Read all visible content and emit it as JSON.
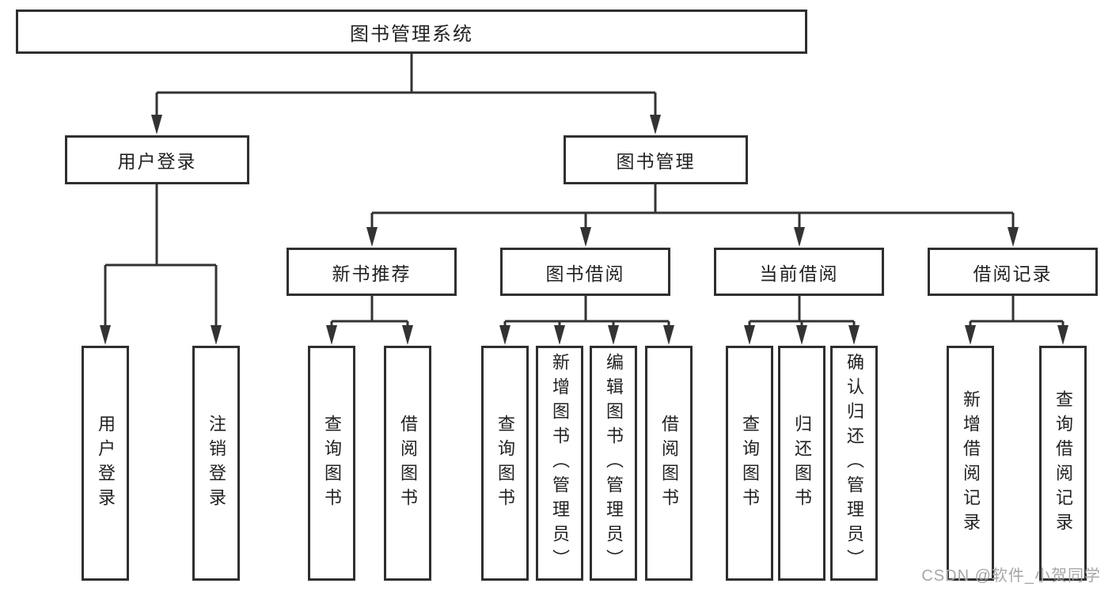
{
  "diagram": {
    "root": {
      "label": "图书管理系统"
    },
    "level2": {
      "user_login": {
        "label": "用户登录"
      },
      "book_management": {
        "label": "图书管理"
      }
    },
    "level3": {
      "new_book_recommend": {
        "label": "新书推荐"
      },
      "book_borrowing": {
        "label": "图书借阅"
      },
      "current_borrowing": {
        "label": "当前借阅"
      },
      "borrowing_records": {
        "label": "借阅记录"
      }
    },
    "leaves": {
      "user_login_children": [
        "用户登录",
        "注销登录"
      ],
      "new_book_recommend_children": [
        "查询图书",
        "借阅图书"
      ],
      "book_borrowing_children": [
        "查询图书",
        "新增图书（管理员）",
        "编辑图书（管理员）",
        "借阅图书"
      ],
      "current_borrowing_children": [
        "查询图书",
        "归还图书",
        "确认归还（管理员）"
      ],
      "borrowing_records_children": [
        "新增借阅记录",
        "查询借阅记录"
      ]
    }
  },
  "watermark": {
    "text": "CSDN @软件_小贺同学"
  },
  "colors": {
    "line": "#333333",
    "box_border": "#2f2f2f",
    "text": "#222222",
    "watermark": "#a6a6a6",
    "background": "#ffffff"
  }
}
